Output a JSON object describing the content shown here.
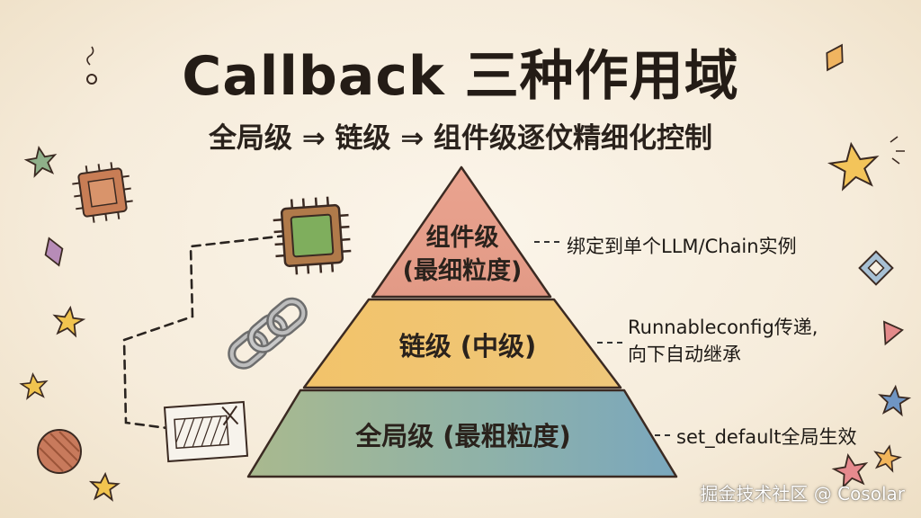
{
  "title": "Callback 三种作用域",
  "subtitle": "全局级 ⇒ 链级 ⇒ 组件级逐伩精细化控制",
  "pyramid": {
    "top": {
      "line1": "组件级",
      "line2": "(最细粒度)",
      "note": "绑定到单个LLM/Chain实例",
      "color": "#e8a08a"
    },
    "middle": {
      "label": "链级 (中级)",
      "note_line1": "Runnableconfig传递,",
      "note_line2": "向下自动继承",
      "color": "#f0c46e"
    },
    "bottom": {
      "label": "全局级 (最粗粒度)",
      "note": "set_default全局生效",
      "color": "#8fb3a6"
    }
  },
  "watermark": "掘金技术社区 @ Cosolar",
  "icons": [
    "chip-icon",
    "chain-link-icon",
    "config-card-icon",
    "star-icon",
    "gem-icon",
    "diamond-icon",
    "circle-icon"
  ]
}
